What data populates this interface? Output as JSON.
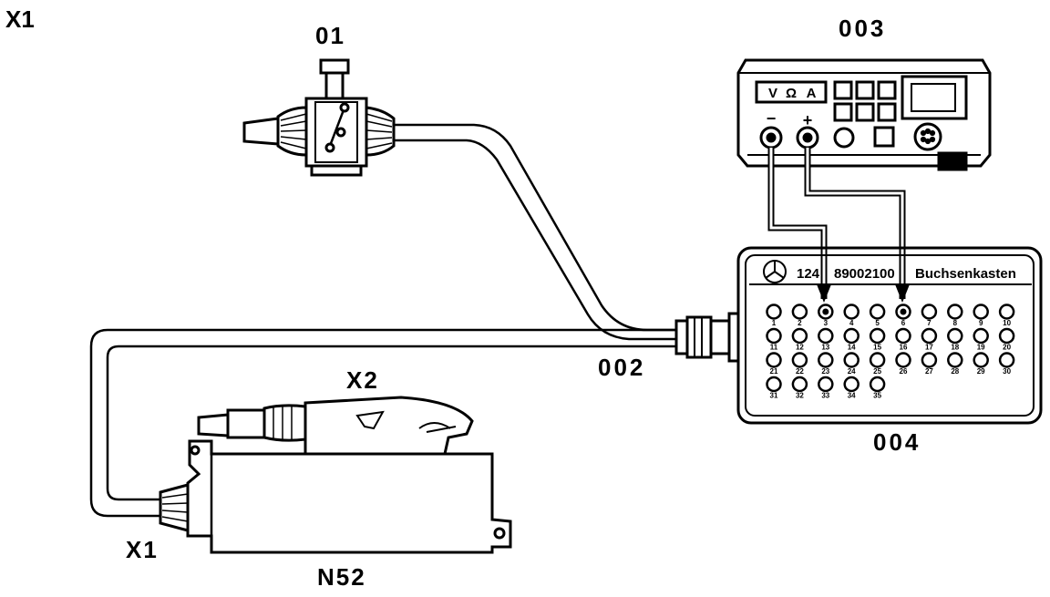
{
  "labels": {
    "corner": "X1",
    "switch": "01",
    "multimeter": "003",
    "cable": "002",
    "box": "004",
    "connector_x2": "X2",
    "connector_x1": "X1",
    "module": "N52"
  },
  "multimeter": {
    "mode_v": "V",
    "mode_ohm": "Ω",
    "mode_a": "A",
    "minus": "−",
    "plus": "+"
  },
  "socket_box": {
    "part_no_left": "124",
    "part_no_right": "89002100",
    "title": "Buchsenkasten",
    "sockets": [
      "1",
      "2",
      "3",
      "4",
      "5",
      "6",
      "7",
      "8",
      "9",
      "10",
      "11",
      "12",
      "13",
      "14",
      "15",
      "16",
      "17",
      "18",
      "19",
      "20",
      "21",
      "22",
      "23",
      "24",
      "25",
      "26",
      "27",
      "28",
      "29",
      "30",
      "31",
      "32",
      "33",
      "34",
      "35"
    ]
  },
  "colors": {
    "ink": "#000000",
    "paper": "#ffffff"
  }
}
